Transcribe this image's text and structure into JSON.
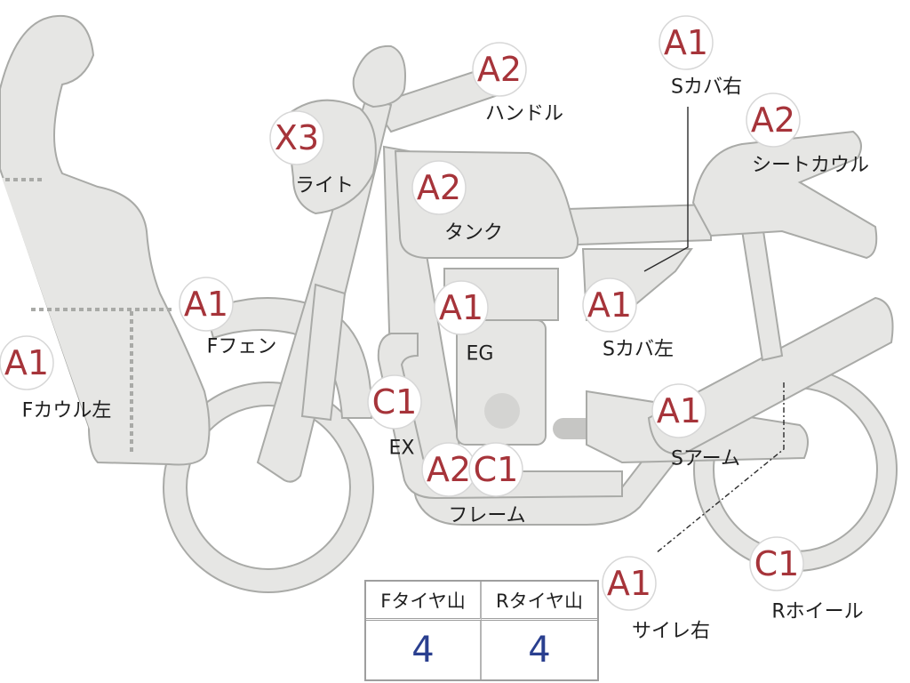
{
  "badges": {
    "f_cowl_left": "A1",
    "f_fender": "A1",
    "light": "X3",
    "handle": "A2",
    "tank": "A2",
    "engine": "A1",
    "exhaust": "C1",
    "frame_a": "A2",
    "frame_c": "C1",
    "s_cover_right": "A1",
    "seat_cowl": "A2",
    "s_cover_left": "A1",
    "s_arm": "A1",
    "silencer_right": "A1",
    "r_wheel": "C1"
  },
  "labels": {
    "f_cowl_left": "Fカウル左",
    "f_fender": "Fフェン",
    "light": "ライト",
    "handle": "ハンドル",
    "tank": "タンク",
    "engine": "EG",
    "exhaust": "EX",
    "frame": "フレーム",
    "s_cover_right": "Sカバ右",
    "seat_cowl": "シートカウル",
    "s_cover_left": "Sカバ左",
    "s_arm": "Sアーム",
    "silencer_right": "サイレ右",
    "r_wheel": "Rホイール"
  },
  "tire_tread": {
    "front_header": "Fタイヤ山",
    "rear_header": "Rタイヤ山",
    "front_value": "4",
    "rear_value": "4"
  },
  "colors": {
    "badge_text": "#a6343a",
    "part_fill": "#e6e6e4",
    "part_outline": "#a9aaa7",
    "tread_value": "#2a3f8f"
  }
}
